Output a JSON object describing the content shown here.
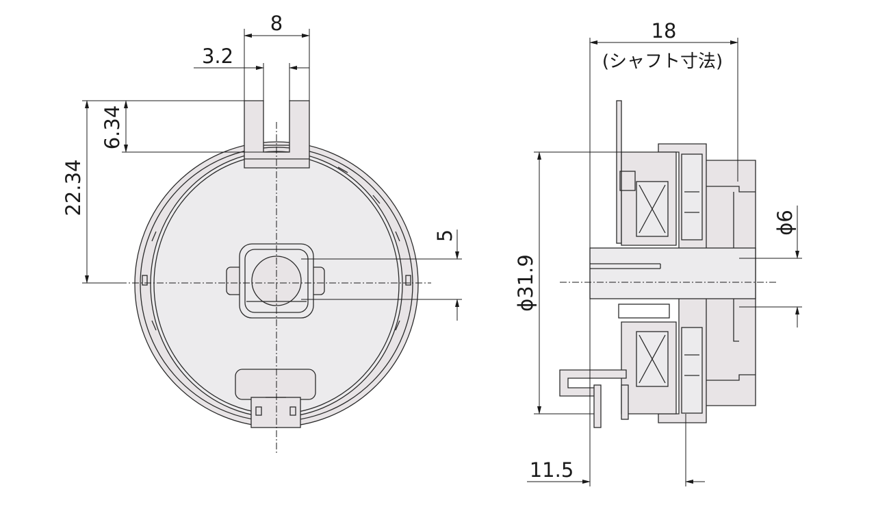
{
  "front_view": {
    "dim_top_width": "8",
    "dim_slot_width": "3.2",
    "dim_tab_height": "6.34",
    "dim_center_height": "22.34",
    "dim_shaft_flat": "5"
  },
  "side_view": {
    "dim_shaft_length": "18",
    "dim_shaft_length_note": "(シャフト寸法)",
    "dim_body_diameter": "ϕ31.9",
    "dim_shaft_diameter": "ϕ6",
    "dim_mount_offset": "11.5"
  }
}
